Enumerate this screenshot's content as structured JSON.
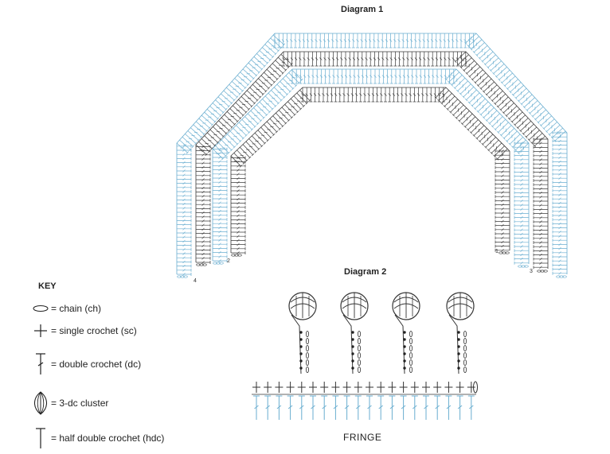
{
  "diagram1": {
    "title": "Diagram 1",
    "row_numbers": [
      "1",
      "2",
      "3",
      "4"
    ]
  },
  "diagram2": {
    "title": "Diagram 2",
    "fringe_label": "FRINGE"
  },
  "key": {
    "title": "KEY",
    "items": [
      {
        "symbol": "chain-symbol-icon",
        "label": "= chain (ch)"
      },
      {
        "symbol": "single-crochet-symbol-icon",
        "label": "= single crochet (sc)"
      },
      {
        "symbol": "double-crochet-symbol-icon",
        "label": "= double crochet (dc)"
      },
      {
        "symbol": "cluster-symbol-icon",
        "label": "= 3-dc cluster"
      },
      {
        "symbol": "hdc-symbol-icon",
        "label": "= half double crochet (hdc)"
      }
    ]
  },
  "colors": {
    "blue_rows": "#6aaed0",
    "dark_rows": "#3a3a3a"
  }
}
